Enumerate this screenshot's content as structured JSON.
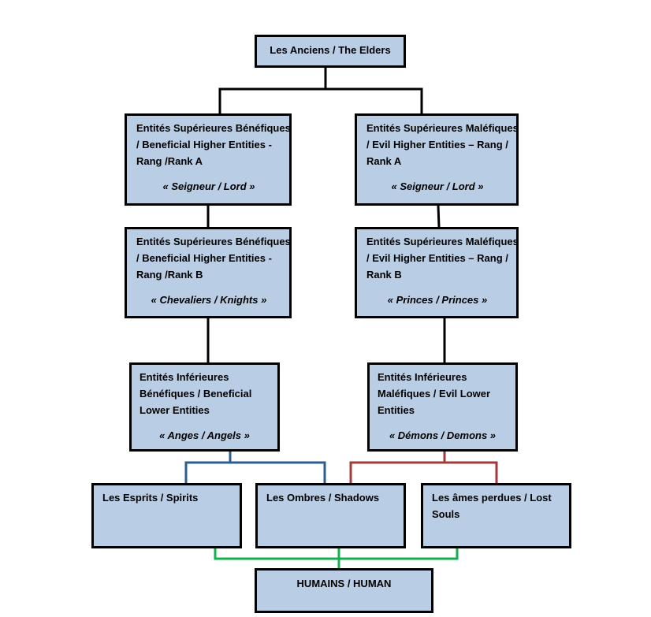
{
  "colors": {
    "box_fill": "#b9cde5",
    "black_line": "#000000",
    "blue_line": "#2c5c94",
    "red_line": "#a33a38",
    "green_line": "#14b04e"
  },
  "elders": {
    "label": "Les Anciens / The Elders"
  },
  "beneficial_rank_a": {
    "text": "Entités Supérieures Bénéfiques / Beneficial Higher Entities  - Rang /Rank  A",
    "role": "« Seigneur / Lord »"
  },
  "evil_rank_a": {
    "text": "Entités Supérieures Maléfiques / Evil Higher Entities – Rang / Rank  A",
    "role": "« Seigneur / Lord »"
  },
  "beneficial_rank_b": {
    "text": "Entités Supérieures Bénéfiques / Beneficial Higher Entities  - Rang /Rank  B",
    "role": "« Chevaliers / Knights »"
  },
  "evil_rank_b": {
    "text": "Entités Supérieures Maléfiques / Evil Higher Entities – Rang / Rank  B",
    "role": "« Princes / Princes »"
  },
  "beneficial_lower": {
    "text": "Entités Inférieures Bénéfiques / Beneficial Lower Entities",
    "role": "« Anges / Angels »"
  },
  "evil_lower": {
    "text": "Entités Inférieures Maléfiques / Evil Lower Entities",
    "role": "« Démons / Demons »"
  },
  "spirits": {
    "label": "Les Esprits / Spirits"
  },
  "shadows": {
    "label": "Les Ombres / Shadows"
  },
  "lost_souls": {
    "label": "Les âmes perdues / Lost Souls"
  },
  "human": {
    "label": "HUMAINS / HUMAN"
  }
}
